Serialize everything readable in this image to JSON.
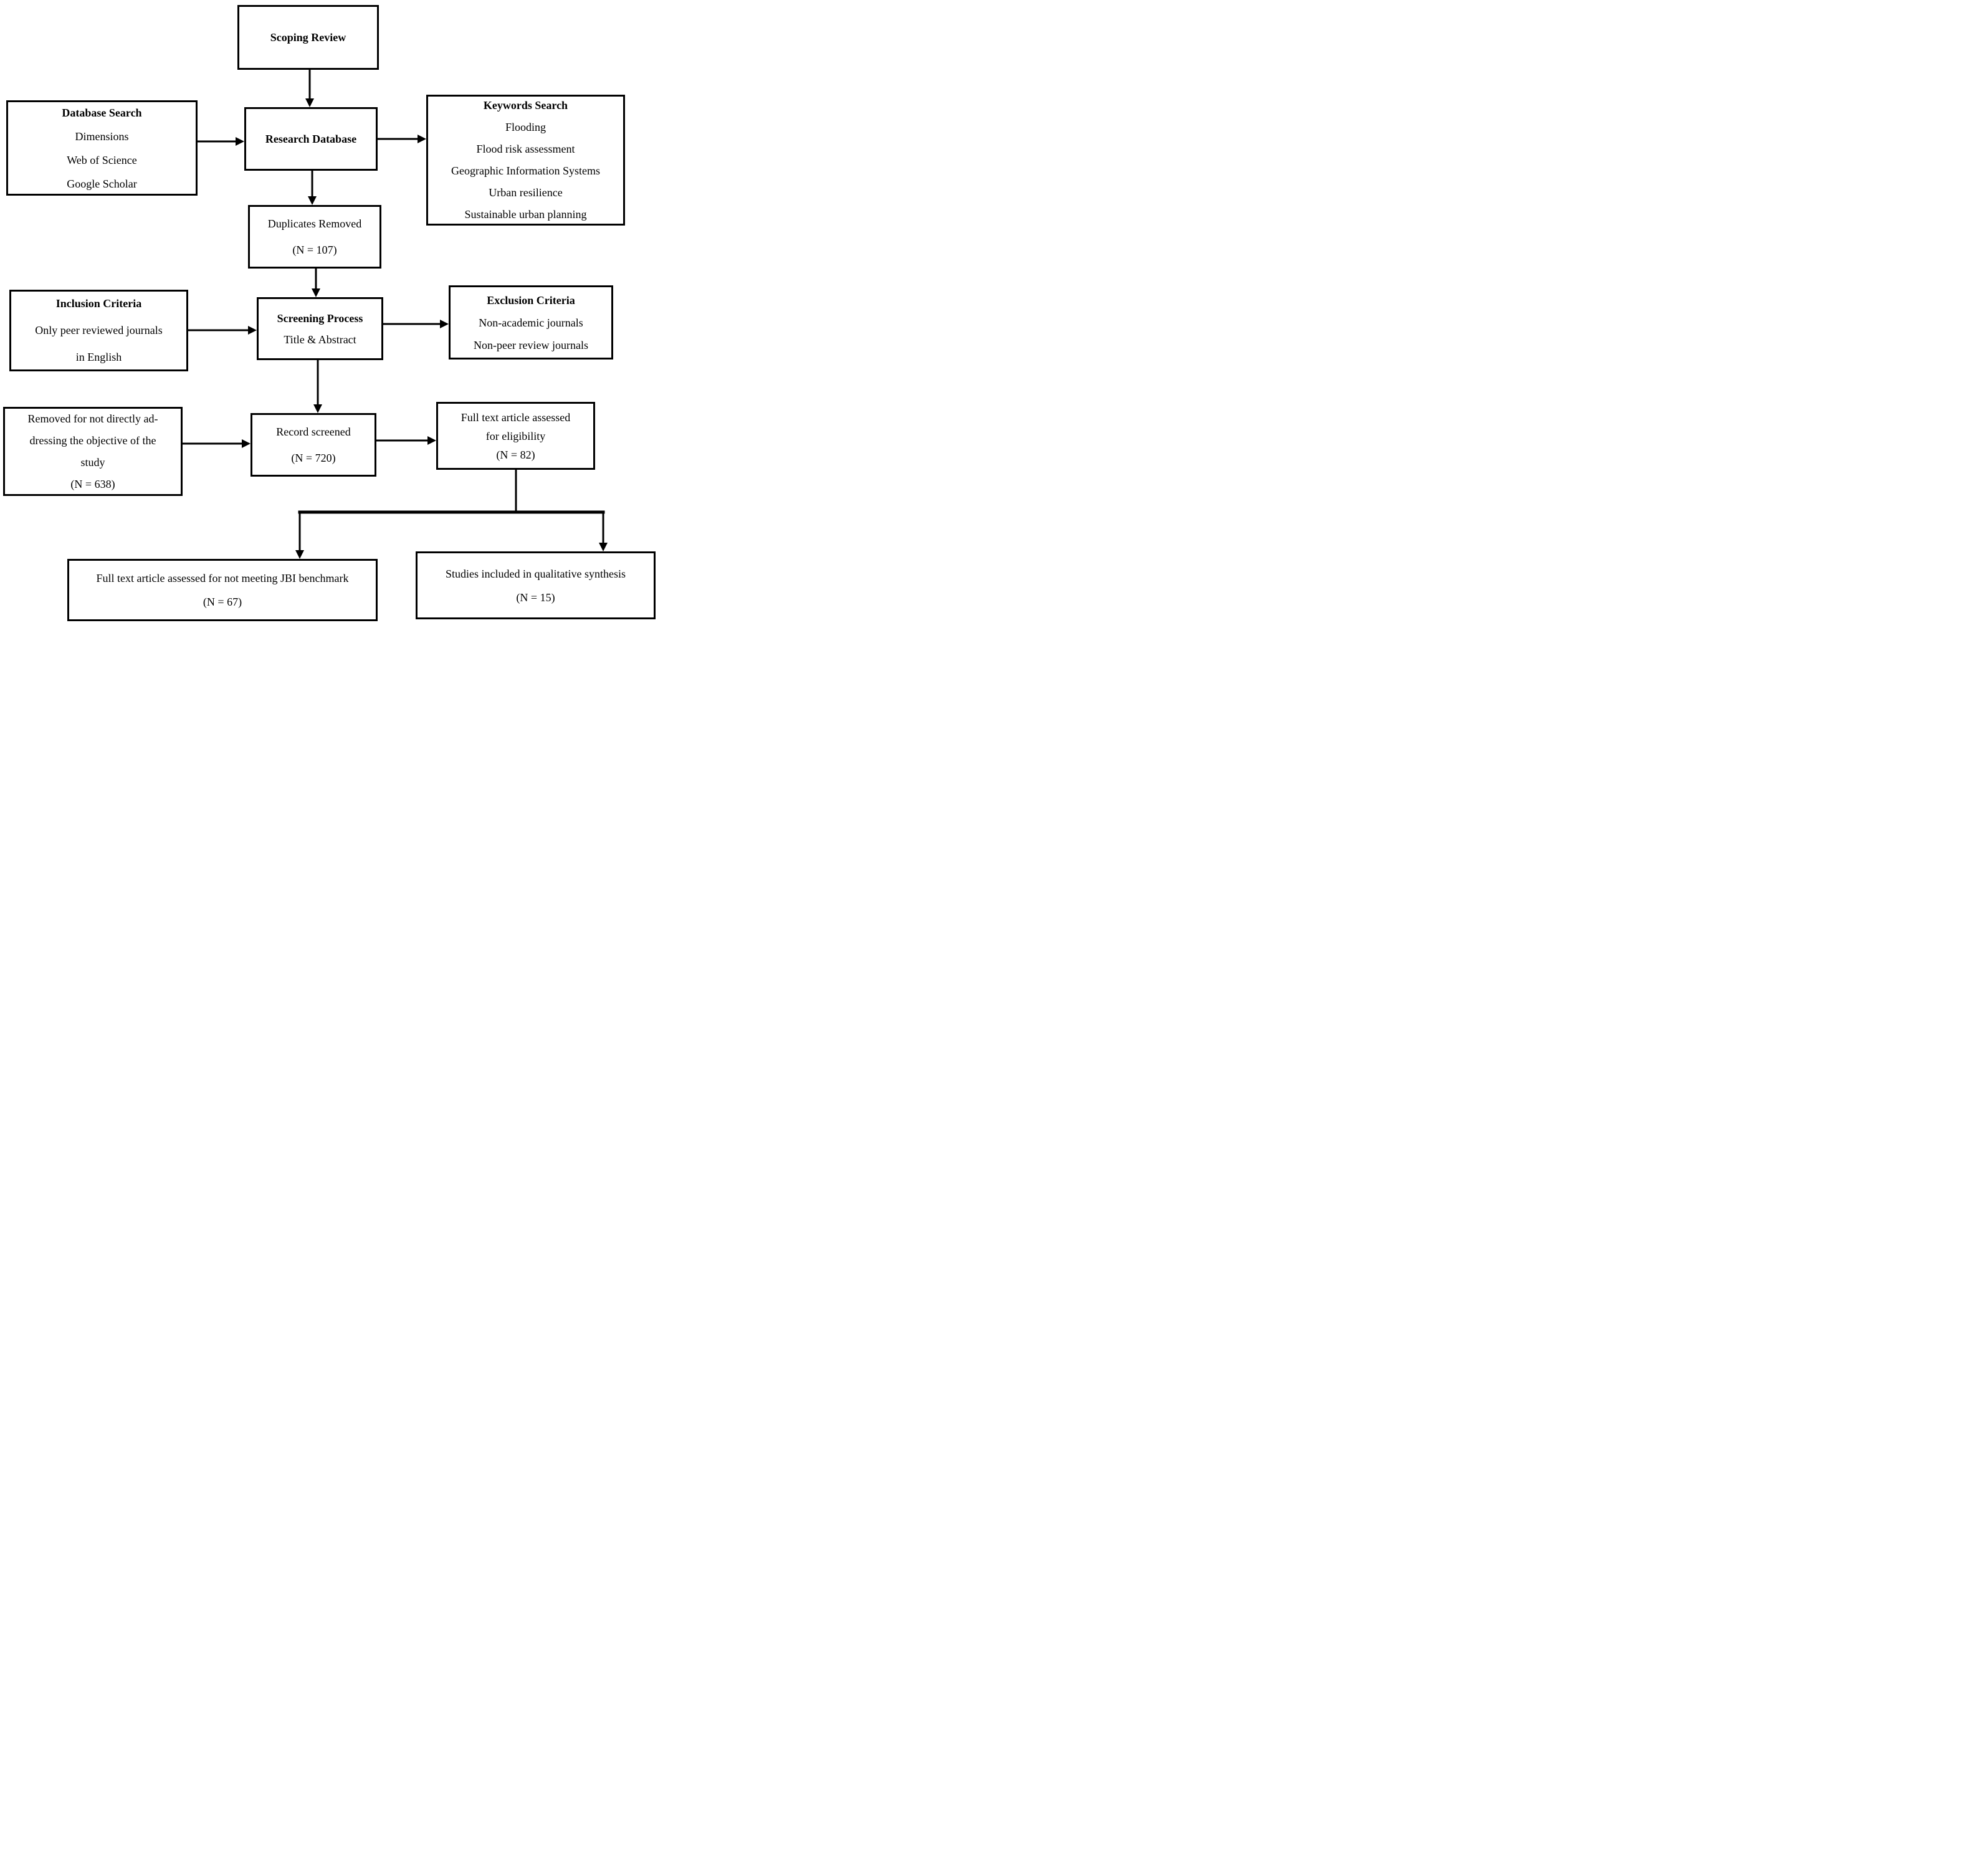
{
  "diagram": {
    "title": "Scoping Review flow diagram",
    "background_color": "#ffffff",
    "line_color": "#000000"
  },
  "nodes": {
    "scoping_review": {
      "lines": [
        {
          "text": "Scoping Review",
          "bold": true
        }
      ]
    },
    "database_search": {
      "lines": [
        {
          "text": "Database Search",
          "bold": true
        },
        {
          "text": "Dimensions",
          "bold": false
        },
        {
          "text": "Web of Science",
          "bold": false
        },
        {
          "text": "Google Scholar",
          "bold": false
        }
      ]
    },
    "research_database": {
      "lines": [
        {
          "text": "Research Database",
          "bold": true
        }
      ]
    },
    "keywords_search": {
      "lines": [
        {
          "text": "Keywords Search",
          "bold": true
        },
        {
          "text": "Flooding",
          "bold": false
        },
        {
          "text": "Flood risk assessment",
          "bold": false
        },
        {
          "text": "Geographic Information Systems",
          "bold": false
        },
        {
          "text": "Urban resilience",
          "bold": false
        },
        {
          "text": "Sustainable urban planning",
          "bold": false
        }
      ]
    },
    "duplicates_removed": {
      "lines": [
        {
          "text": "Duplicates Removed",
          "bold": false
        },
        {
          "text": "(N = 107)",
          "bold": false
        }
      ]
    },
    "inclusion_criteria": {
      "lines": [
        {
          "text": "Inclusion Criteria",
          "bold": true
        },
        {
          "text": "Only peer reviewed journals",
          "bold": false
        },
        {
          "text": "in English",
          "bold": false
        }
      ]
    },
    "screening_process": {
      "lines": [
        {
          "text": "Screening Process",
          "bold": true
        },
        {
          "text": "Title & Abstract",
          "bold": false
        }
      ]
    },
    "exclusion_criteria": {
      "lines": [
        {
          "text": "Exclusion Criteria",
          "bold": true
        },
        {
          "text": "Non-academic journals",
          "bold": false
        },
        {
          "text": "Non-peer review journals",
          "bold": false
        }
      ]
    },
    "removed_not_addressing": {
      "lines": [
        {
          "text": "Removed for not directly ad-",
          "bold": false
        },
        {
          "text": "dressing the objective of the",
          "bold": false
        },
        {
          "text": "study",
          "bold": false
        },
        {
          "text": "(N = 638)",
          "bold": false
        }
      ]
    },
    "record_screened": {
      "lines": [
        {
          "text": "Record screened",
          "bold": false
        },
        {
          "text": "(N = 720)",
          "bold": false
        }
      ]
    },
    "full_text_eligibility": {
      "lines": [
        {
          "text": "Full text article assessed",
          "bold": false
        },
        {
          "text": "for eligibility",
          "bold": false
        },
        {
          "text": "(N = 82)",
          "bold": false
        }
      ]
    },
    "jbi_benchmark": {
      "lines": [
        {
          "text": "Full text article assessed for not meeting JBI benchmark",
          "bold": false
        },
        {
          "text": "(N = 67)",
          "bold": false
        }
      ]
    },
    "qualitative_synthesis": {
      "lines": [
        {
          "text": "Studies included in qualitative synthesis",
          "bold": false
        },
        {
          "text": "(N = 15)",
          "bold": false
        }
      ]
    }
  },
  "edges": [
    {
      "from": "scoping_review",
      "to": "research_database"
    },
    {
      "from": "database_search",
      "to": "research_database"
    },
    {
      "from": "research_database",
      "to": "keywords_search"
    },
    {
      "from": "research_database",
      "to": "duplicates_removed"
    },
    {
      "from": "duplicates_removed",
      "to": "screening_process"
    },
    {
      "from": "inclusion_criteria",
      "to": "screening_process"
    },
    {
      "from": "screening_process",
      "to": "exclusion_criteria"
    },
    {
      "from": "screening_process",
      "to": "record_screened"
    },
    {
      "from": "removed_not_addressing",
      "to": "record_screened"
    },
    {
      "from": "record_screened",
      "to": "full_text_eligibility"
    },
    {
      "from": "full_text_eligibility",
      "to": "jbi_benchmark"
    },
    {
      "from": "full_text_eligibility",
      "to": "qualitative_synthesis"
    }
  ]
}
